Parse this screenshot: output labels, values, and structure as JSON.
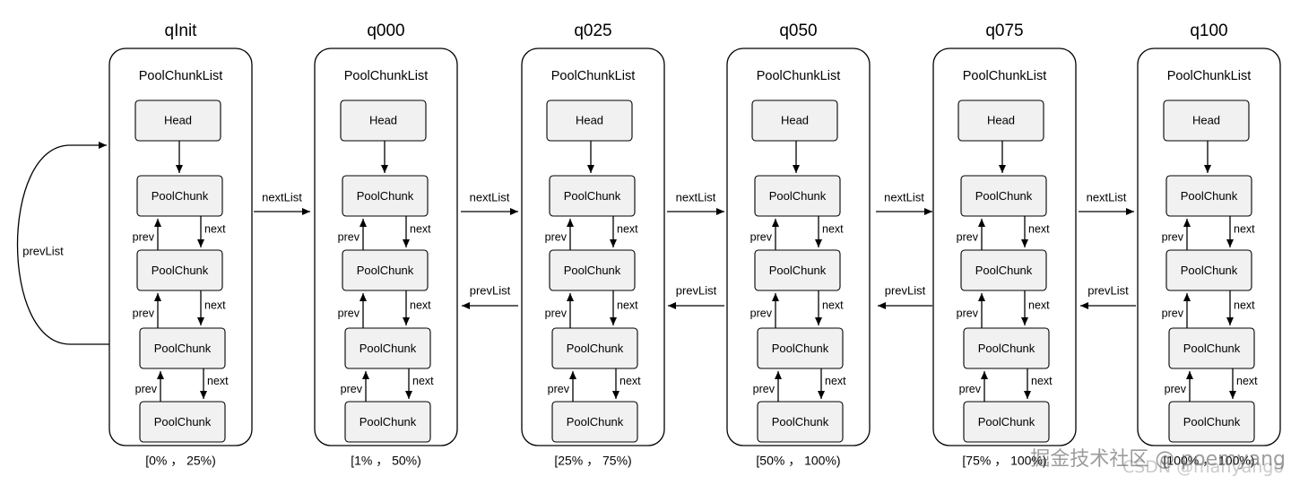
{
  "lists": [
    {
      "name": "qInit",
      "range": "[0% ， 25%)"
    },
    {
      "name": "q000",
      "range": "[1% ， 50%)"
    },
    {
      "name": "q025",
      "range": "[25% ， 75%)"
    },
    {
      "name": "q050",
      "range": "[50% ， 100%)"
    },
    {
      "name": "q075",
      "range": "[75% ， 100%)"
    },
    {
      "name": "q100",
      "range": "[100% ， 100%)"
    }
  ],
  "labels": {
    "container": "PoolChunkList",
    "head": "Head",
    "chunk": "PoolChunk",
    "prev": "prev",
    "next": "next",
    "next_list": "nextList",
    "prev_list": "prevList"
  },
  "watermark": {
    "line1": "掘金技术社区 @ poemyang",
    "line2": "CSDN @mahyango"
  }
}
